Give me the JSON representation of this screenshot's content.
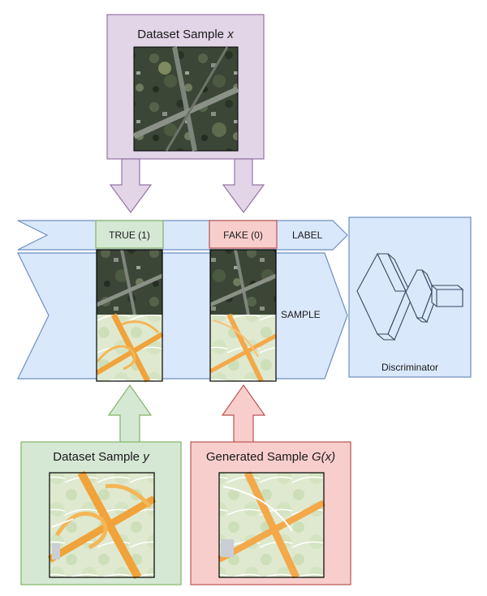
{
  "boxes": {
    "dataset_x": {
      "title": "Dataset Sample ",
      "var": "x"
    },
    "dataset_y": {
      "title": "Dataset Sample ",
      "var": "y"
    },
    "generated": {
      "title": "Generated Sample ",
      "var": "G(x)"
    }
  },
  "labels": {
    "true": "TRUE (1)",
    "fake": "FAKE (0)",
    "label_arrow": "LABEL",
    "sample_arrow": "SAMPLE"
  },
  "discriminator": {
    "label": "Discriminator"
  },
  "colors": {
    "purple_fill": "#e1d5e7",
    "purple_stroke": "#9673a6",
    "green_fill": "#d5e8d4",
    "green_stroke": "#82b366",
    "red_fill": "#f8cecc",
    "red_stroke": "#b85450",
    "blue_fill": "#dae8fc",
    "blue_stroke": "#6c8ebf"
  }
}
